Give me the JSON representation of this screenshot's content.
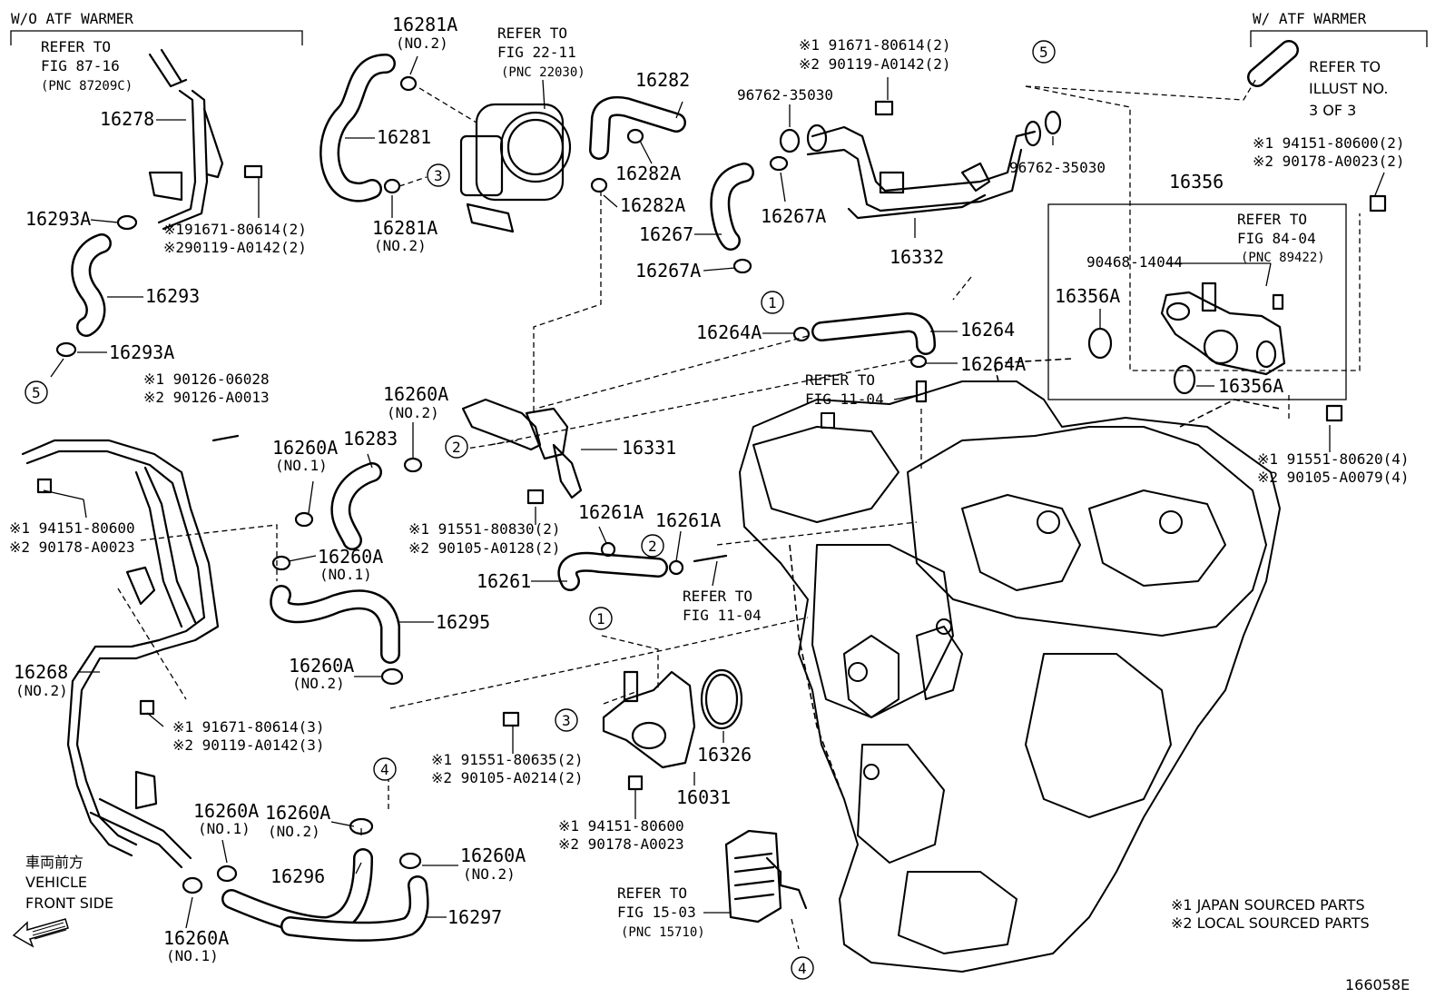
{
  "sections": {
    "left_header": "W/O ATF WARMER",
    "right_header": "W/ ATF WARMER"
  },
  "refs": {
    "fig_87_16": [
      "REFER TO",
      "FIG 87-16",
      "(PNC 87209C)"
    ],
    "fig_22_11": [
      "REFER TO",
      "FIG 22-11",
      "(PNC 22030)"
    ],
    "illust": [
      "REFER TO",
      "ILLUST NO.",
      "3 OF 3"
    ],
    "fig_84_04": [
      "REFER TO",
      "FIG 84-04",
      "(PNC 89422)"
    ],
    "fig_11_04_a": [
      "REFER TO",
      "FIG 11-04"
    ],
    "fig_11_04_b": [
      "REFER TO",
      "FIG 11-04"
    ],
    "fig_15_03": [
      "REFER TO",
      "FIG 15-03",
      "(PNC 15710)"
    ]
  },
  "labels": {
    "p16278": "16278",
    "p16293A_1": "16293A",
    "p16293": "16293",
    "p16293A_2": "16293A",
    "p16281A_top": "16281A",
    "p16281A_top_sub": "(NO.2)",
    "p16281": "16281",
    "p16281A_bot": "16281A",
    "p16281A_bot_sub": "(NO.2)",
    "p16282": "16282",
    "p16282A_1": "16282A",
    "p16282A_2": "16282A",
    "p96762_1": "96762-35030",
    "p16267": "16267",
    "p16267A_1": "16267A",
    "p16267A_2": "16267A",
    "p16332": "16332",
    "p96762_2": "96762-35030",
    "p16356": "16356",
    "p90468": "90468-14044",
    "p16356A_1": "16356A",
    "p16356A_2": "16356A",
    "p16264A_1": "16264A",
    "p16264": "16264",
    "p16264A_2": "16264A",
    "p16260A_a": "16260A",
    "p16260A_a_sub": "(NO.2)",
    "p16283": "16283",
    "p16331": "16331",
    "p16260A_b": "16260A",
    "p16260A_b_sub": "(NO.1)",
    "p16260A_c": "16260A",
    "p16260A_c_sub": "(NO.1)",
    "p16261A_1": "16261A",
    "p16261A_2": "16261A",
    "p16261": "16261",
    "p16295": "16295",
    "p16260A_d": "16260A",
    "p16260A_d_sub": "(NO.2)",
    "p16268": "16268",
    "p16268_sub": "(NO.2)",
    "p16326": "16326",
    "p16031": "16031",
    "p16260A_e": "16260A",
    "p16260A_e_sub": "(NO.1)",
    "p16260A_f": "16260A",
    "p16260A_f_sub": "(NO.2)",
    "p16296": "16296",
    "p16260A_g": "16260A",
    "p16260A_g_sub": "(NO.2)",
    "p16297": "16297",
    "p16260A_h": "16260A",
    "p16260A_h_sub": "(NO.1)"
  },
  "notes": {
    "n_16278_bolt": [
      "※191671-80614(2)",
      "※290119-A0142(2)"
    ],
    "n_top_bolt": [
      "※1 91671-80614(2)",
      "※2 90119-A0142(2)"
    ],
    "n_right_nut": [
      "※1 94151-80600(2)",
      "※2 90178-A0023(2)"
    ],
    "n_stud": [
      "※1 90126-06028",
      "※2 90126-A0013"
    ],
    "n_left_nut": [
      "※1 94151-80600",
      "※2 90178-A0023"
    ],
    "n_16331_bolt": [
      "※1 91551-80830(2)",
      "※2 90105-A0128(2)"
    ],
    "n_right_bolt": [
      "※1 91551-80620(4)",
      "※2 90105-A0079(4)"
    ],
    "n_16268_bolt": [
      "※1 91671-80614(3)",
      "※2 90119-A0142(3)"
    ],
    "n_16031_bolt": [
      "※1 91551-80635(2)",
      "※2 90105-A0214(2)"
    ],
    "n_16031_nut": [
      "※1 94151-80600",
      "※2 90178-A0023"
    ]
  },
  "circles": [
    "1",
    "2",
    "3",
    "4",
    "5"
  ],
  "direction": [
    "車両前方",
    "VEHICLE",
    "FRONT SIDE"
  ],
  "legend": [
    "※1 JAPAN SOURCED PARTS",
    "※2 LOCAL SOURCED PARTS"
  ],
  "figure_id": "166058E"
}
